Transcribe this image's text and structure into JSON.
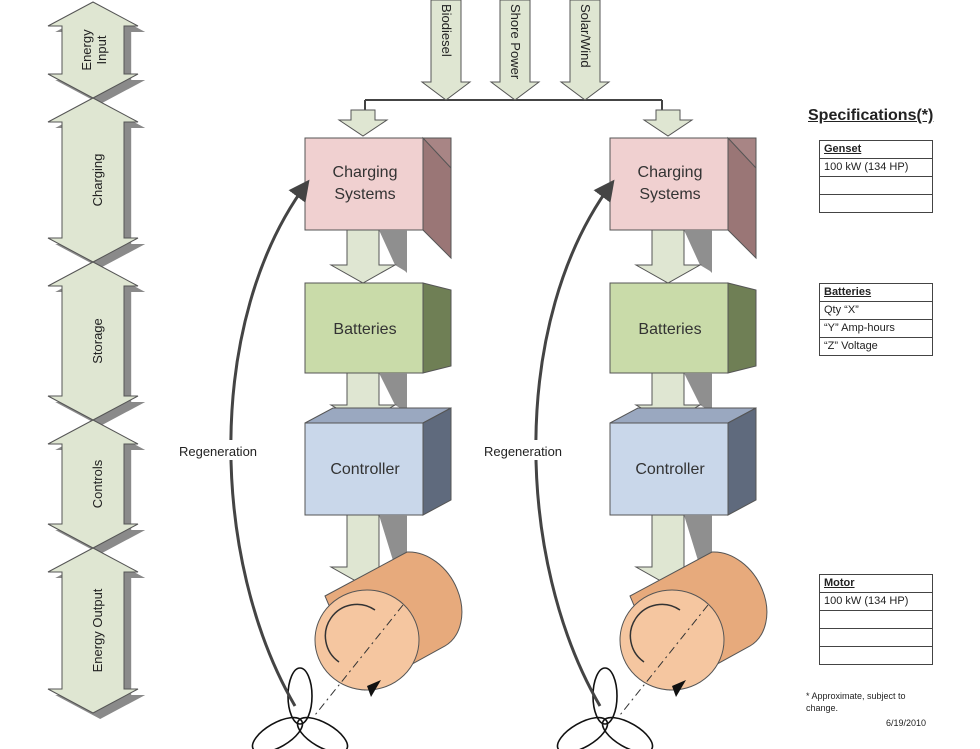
{
  "stages": [
    {
      "lines": [
        "Energy",
        "Input"
      ]
    },
    {
      "lines": [
        "Charging"
      ]
    },
    {
      "lines": [
        "Storage"
      ]
    },
    {
      "lines": [
        "Controls"
      ]
    },
    {
      "lines": [
        "Energy Output"
      ]
    }
  ],
  "sources": [
    "Biodiesel",
    "Shore Power",
    "Solar/Wind"
  ],
  "columns": [
    {
      "charging": [
        "Charging",
        "Systems"
      ],
      "batteries": "Batteries",
      "controller": "Controller",
      "regeneration": "Regeneration"
    },
    {
      "charging": [
        "Charging",
        "Systems"
      ],
      "batteries": "Batteries",
      "controller": "Controller",
      "regeneration": "Regeneration"
    }
  ],
  "colors": {
    "charging": "#f0d0d0",
    "batteries": "#c9dba9",
    "controller": "#c9d7ea",
    "motor": "#f5c6a0",
    "arrow": "#dfe6d2"
  },
  "specs": {
    "title": "Specifications(*)",
    "genset": {
      "header": "Genset",
      "rows": [
        "100 kW (134 HP)",
        "",
        ""
      ]
    },
    "batteries": {
      "header": "Batteries",
      "rows": [
        "Qty “X”",
        "“Y” Amp-hours",
        "“Z” Voltage"
      ]
    },
    "motor": {
      "header": "Motor",
      "rows": [
        "100 kW (134 HP)",
        "",
        "",
        ""
      ]
    },
    "note": "* Approximate, subject to change.",
    "date": "6/19/2010"
  }
}
